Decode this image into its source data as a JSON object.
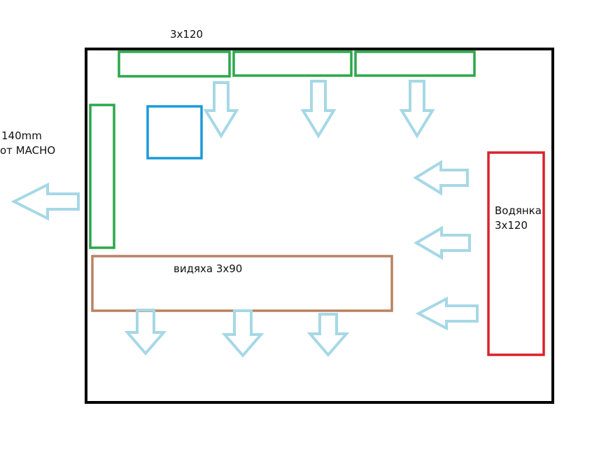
{
  "diagram": {
    "title": "PC case airflow layout",
    "colors": {
      "case": "#000000",
      "fan": "#2aa84a",
      "cpu": "#1a9bd7",
      "gpu": "#b98264",
      "radiator": "#d9232d",
      "airflow": "#a6d8e6"
    },
    "labels": {
      "top_fans": "3x120",
      "rear_fan_line1": "140mm",
      "rear_fan_line2": "от MACHO",
      "gpu": "видяха 3x90",
      "radiator_line1": "Водянка",
      "radiator_line2": "3x120"
    },
    "components": [
      {
        "id": "top-fan-1",
        "type": "fan",
        "size": "120mm",
        "position": "top"
      },
      {
        "id": "top-fan-2",
        "type": "fan",
        "size": "120mm",
        "position": "top"
      },
      {
        "id": "top-fan-3",
        "type": "fan",
        "size": "120mm",
        "position": "top"
      },
      {
        "id": "rear-fan",
        "type": "fan",
        "size": "140mm",
        "position": "rear"
      },
      {
        "id": "cpu",
        "type": "cpu-cooler",
        "position": "center-left"
      },
      {
        "id": "gpu",
        "type": "graphics-card",
        "fans": "3x90",
        "position": "bottom"
      },
      {
        "id": "radiator",
        "type": "water-cooling-radiator",
        "fans": "3x120",
        "position": "front"
      }
    ],
    "airflow": {
      "top_intake": "down",
      "rear_exhaust": "left",
      "front_radiator": "left",
      "gpu_exhaust": "down"
    }
  }
}
